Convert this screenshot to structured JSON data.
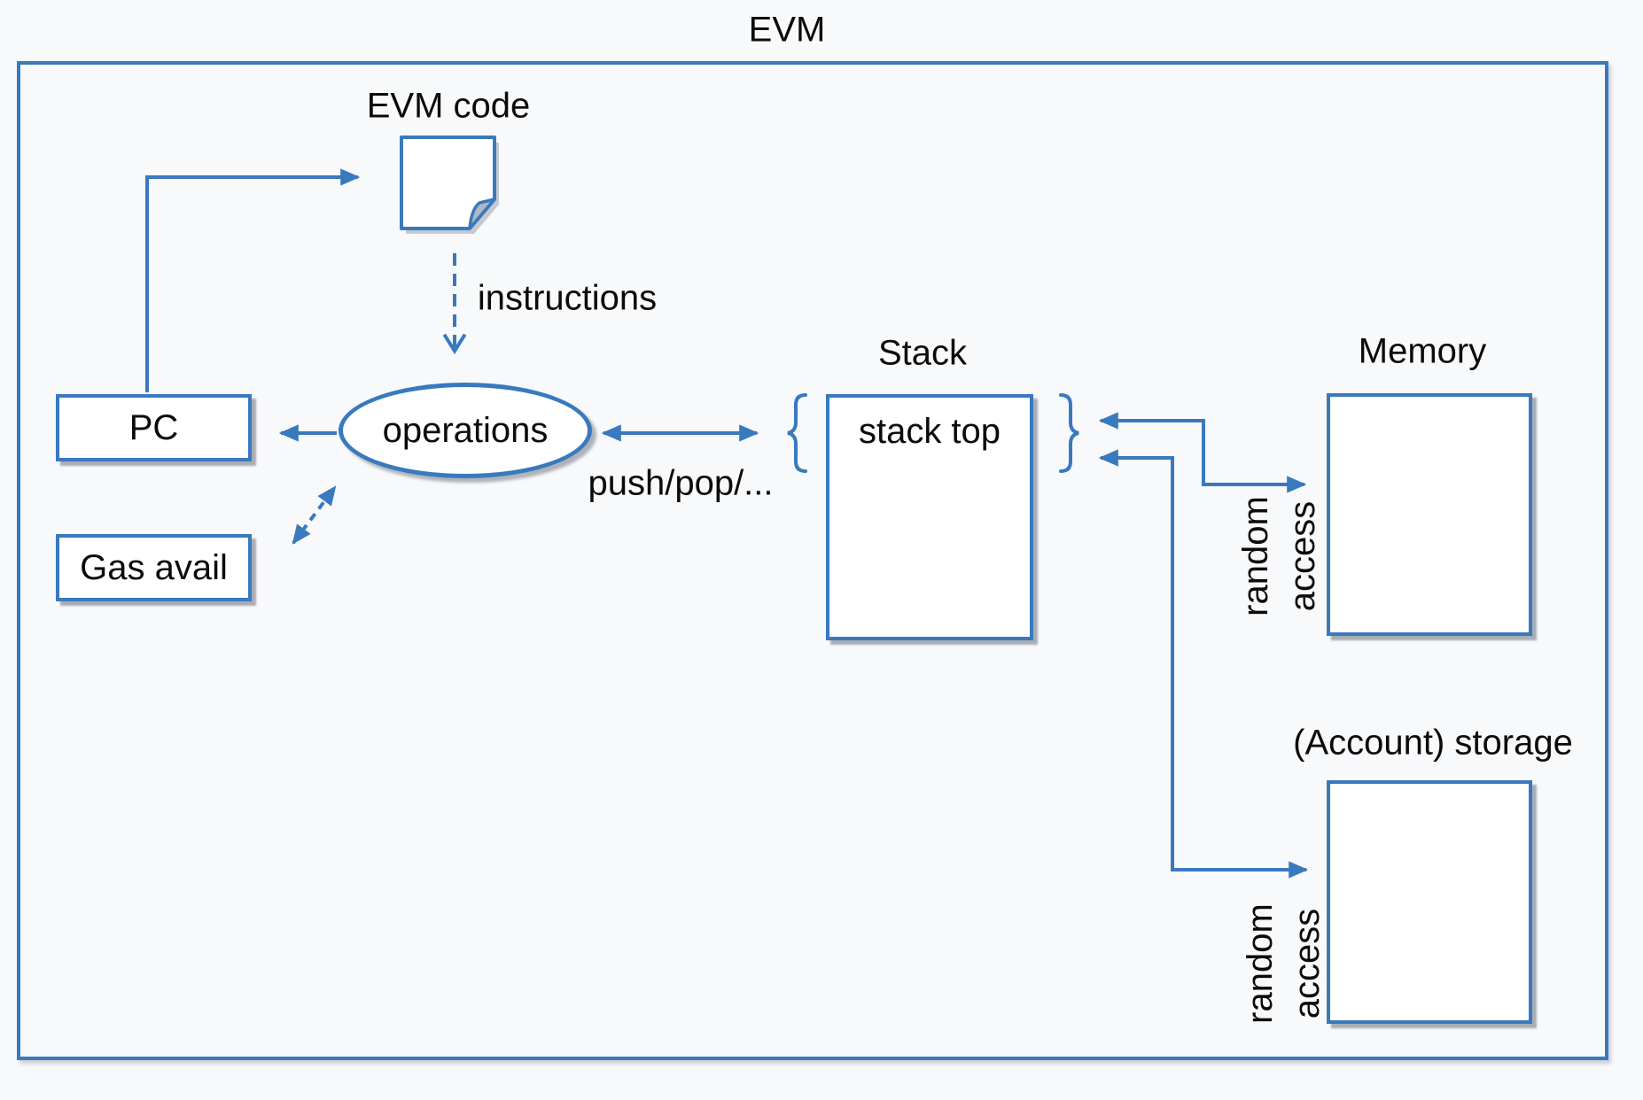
{
  "diagram_title": "EVM",
  "colors": {
    "accent": "#3979be",
    "background": "#f8f9fb",
    "node_fill": "#ffffff",
    "text": "#0b0b0b",
    "fold_fill": "#aeb9c4"
  },
  "nodes": {
    "evm_code": {
      "label": "EVM code"
    },
    "pc": {
      "label": "PC"
    },
    "gas": {
      "label": "Gas avail"
    },
    "operations": {
      "label": "operations"
    },
    "stack": {
      "title": "Stack",
      "top_label": "stack top"
    },
    "memory": {
      "title": "Memory"
    },
    "storage": {
      "title": "(Account) storage"
    }
  },
  "edges": {
    "instructions": {
      "label": "instructions"
    },
    "push_pop": {
      "label": "push/pop/..."
    },
    "memory_access": {
      "label": "random\naccess"
    },
    "storage_access": {
      "label": "random\naccess"
    }
  }
}
